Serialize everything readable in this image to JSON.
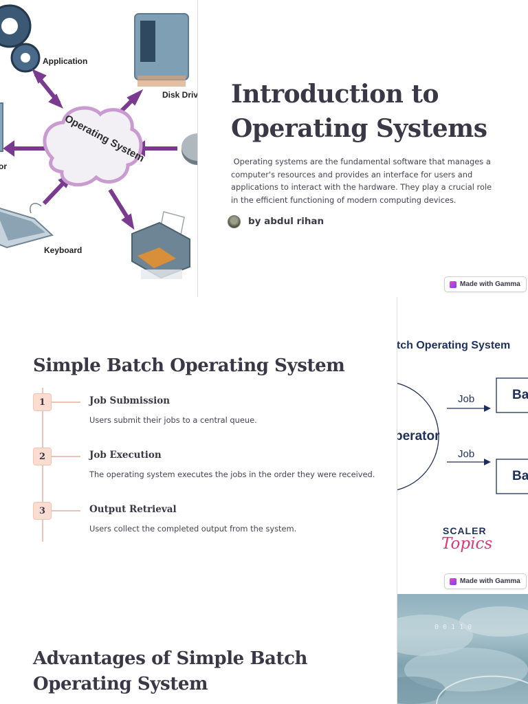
{
  "slide1": {
    "image": {
      "labels": {
        "application": "Application",
        "disk_drive": "Disk Drive",
        "operating_system": "Operating System",
        "keyboard": "Keyboard",
        "monitor_partial": "or"
      }
    },
    "title": "Introduction to Operating Systems",
    "description": " Operating systems are the fundamental software that manages a computer's resources and provides an interface for users and applications to interact with the hardware. They play a crucial role in the efficient functioning of modern computing devices.",
    "author": "by abdul rihan",
    "badge": "Made with Gamma"
  },
  "slide2": {
    "title": "Simple Batch Operating System",
    "steps": [
      {
        "number": "1",
        "title": "Job Submission",
        "description": "Users submit their jobs to a central queue."
      },
      {
        "number": "2",
        "title": "Job Execution",
        "description": "The operating system executes the jobs in the order they were received."
      },
      {
        "number": "3",
        "title": "Output Retrieval",
        "description": "Users collect the completed output from the system."
      }
    ],
    "diagram": {
      "title": "atch Operating System",
      "job_label_1": "Job",
      "job_label_2": "Job",
      "operator": "perator",
      "box_1": "Ba",
      "box_2": "Ba",
      "brand_line_1": "SCALER",
      "brand_line_2": "Topics"
    },
    "badge": "Made with Gamma"
  },
  "slide3": {
    "title": "Advantages of Simple Batch Operating System",
    "image_text": "0 0 1 1 0"
  },
  "colors": {
    "heading": "#3a3847",
    "body": "#444352",
    "step_badge": "#fbdcd0",
    "timeline": "#ecc3b5",
    "diagram_navy": "#1e2f5c",
    "arrow_purple": "#7a3a8f",
    "topics_pink": "#d43b76"
  }
}
